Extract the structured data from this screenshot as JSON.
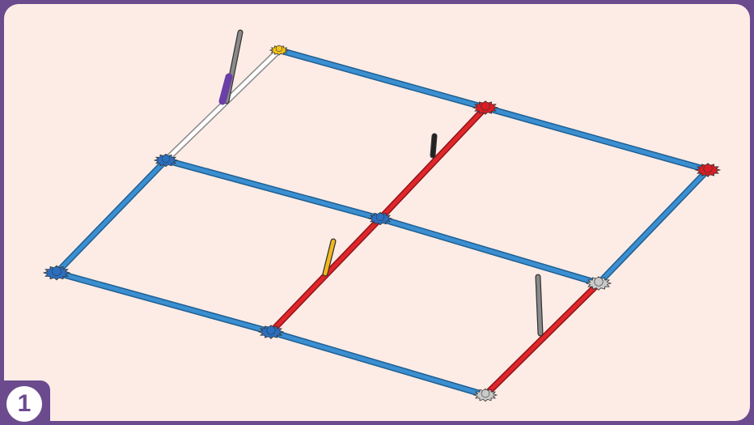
{
  "step": {
    "number": "1"
  },
  "colors": {
    "frame": "#6b4a8e",
    "background": "#fdece6",
    "rod_blue": "#3b8fd0",
    "rod_red": "#e0262b",
    "rod_white": "#ffffff",
    "connector_blue": "#2a6fc0",
    "connector_red": "#d81e24",
    "connector_gray": "#c9c9c9",
    "connector_yellow": "#f2c21b",
    "peg_purple": "#6a3fa6",
    "peg_gray": "#8a8a8a",
    "peg_black": "#222222",
    "peg_yellow": "#f2b81b"
  },
  "parts": {
    "rods": [
      {
        "name": "rod-top-back",
        "color": "rod_blue"
      },
      {
        "name": "rod-back-right",
        "color": "rod_blue"
      },
      {
        "name": "rod-left-upper",
        "color": "rod_blue"
      },
      {
        "name": "rod-left-lower",
        "color": "rod_blue"
      },
      {
        "name": "rod-middle-back",
        "color": "rod_blue"
      },
      {
        "name": "rod-middle-front",
        "color": "rod_blue"
      },
      {
        "name": "rod-front-left",
        "color": "rod_blue"
      },
      {
        "name": "rod-front-right",
        "color": "rod_blue"
      },
      {
        "name": "rod-right-lower",
        "color": "rod_blue"
      },
      {
        "name": "rod-white-corner",
        "color": "rod_white"
      },
      {
        "name": "rod-red-upper",
        "color": "rod_red"
      },
      {
        "name": "rod-red-middle",
        "color": "rod_red"
      },
      {
        "name": "rod-red-lower",
        "color": "rod_red"
      }
    ],
    "connectors": [
      {
        "name": "connector-yellow-corner",
        "color": "connector_yellow"
      },
      {
        "name": "connector-red-top",
        "color": "connector_red"
      },
      {
        "name": "connector-red-right",
        "color": "connector_red"
      },
      {
        "name": "connector-blue-left-upper",
        "color": "connector_blue"
      },
      {
        "name": "connector-blue-center",
        "color": "connector_blue"
      },
      {
        "name": "connector-blue-left-lower",
        "color": "connector_blue"
      },
      {
        "name": "connector-blue-front",
        "color": "connector_blue"
      },
      {
        "name": "connector-gray-right",
        "color": "connector_gray"
      },
      {
        "name": "connector-gray-front",
        "color": "connector_gray"
      }
    ],
    "pegs": [
      {
        "name": "peg-gray-top",
        "color": "peg_gray"
      },
      {
        "name": "peg-black",
        "color": "peg_black"
      },
      {
        "name": "peg-yellow",
        "color": "peg_yellow"
      },
      {
        "name": "peg-gray-right",
        "color": "peg_gray"
      }
    ]
  }
}
